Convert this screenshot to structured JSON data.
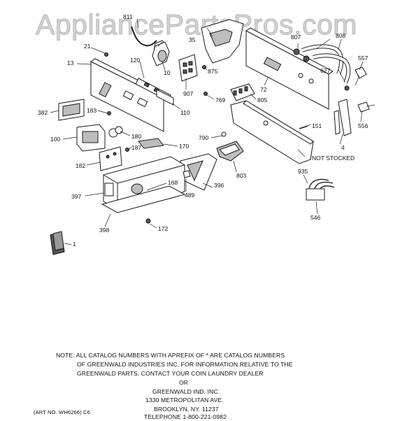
{
  "watermark": "AppliancePartsPros.com",
  "labels": {
    "l811": "811",
    "l21": "21",
    "l35": "35",
    "l808": "808",
    "l807": "807",
    "l557": "557",
    "l13": "13",
    "l120": "120",
    "l10": "10",
    "l875": "875",
    "l627": "627",
    "l72": "72",
    "l907": "907",
    "l769": "769",
    "l805": "805",
    "l110": "110",
    "l382": "382",
    "l183": "183",
    "l151": "151",
    "l556": "556",
    "l100": "100",
    "l180": "180",
    "l790": "790",
    "l4": "4",
    "l170": "170",
    "l187": "187",
    "l182": "182",
    "l803": "803",
    "l935": "935",
    "l168": "168",
    "l397": "397",
    "l396": "396",
    "l489": "489",
    "l546": "546",
    "l398": "398",
    "l172": "172",
    "l1": "1",
    "not_stocked": "NOT STOCKED"
  },
  "note": {
    "line1": "NOTE: ALL CATALOG NUMBERS WITH APREFIX OF * ARE CATALOG NUMBERS",
    "line2": "OF GREENWALD INDUSTRIES INC. FOR INFORMATION RELATIVE TO THE",
    "line3": "GREENWALD PARTS, CONTACT YOUR COIN LAUNDRY DEALER",
    "line4": "OR",
    "line5": "GREENWALD IND. INC.",
    "line6": "1330 METROPOLITAN AVE.",
    "line7": "BROOKLYN, NY. 11237",
    "line8": "TELEPHONE 1-800-221-0982",
    "art_no": "(ART NO. WH6266) C6"
  }
}
